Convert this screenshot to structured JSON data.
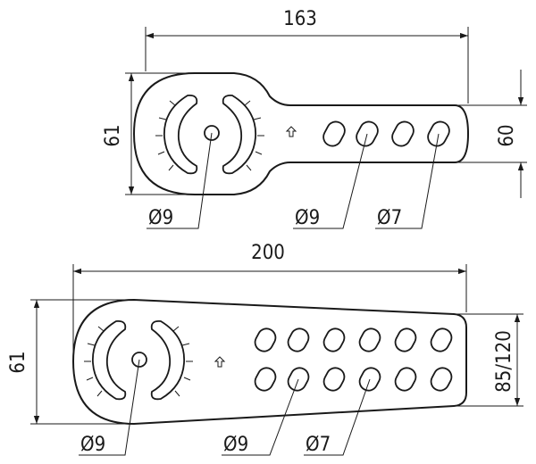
{
  "colors": {
    "line": "#1a1a1a",
    "background": "#ffffff"
  },
  "top_part": {
    "width_label": "163",
    "height_label": "61",
    "arm_height_label": "60",
    "center_hole_label": "Ø9",
    "slot_label_9": "Ø9",
    "slot_label_7": "Ø7"
  },
  "bottom_part": {
    "width_label": "200",
    "height_label": "61",
    "right_height_label": "85/120",
    "center_hole_label": "Ø9",
    "slot_label_9": "Ø9",
    "slot_label_7": "Ø7"
  }
}
